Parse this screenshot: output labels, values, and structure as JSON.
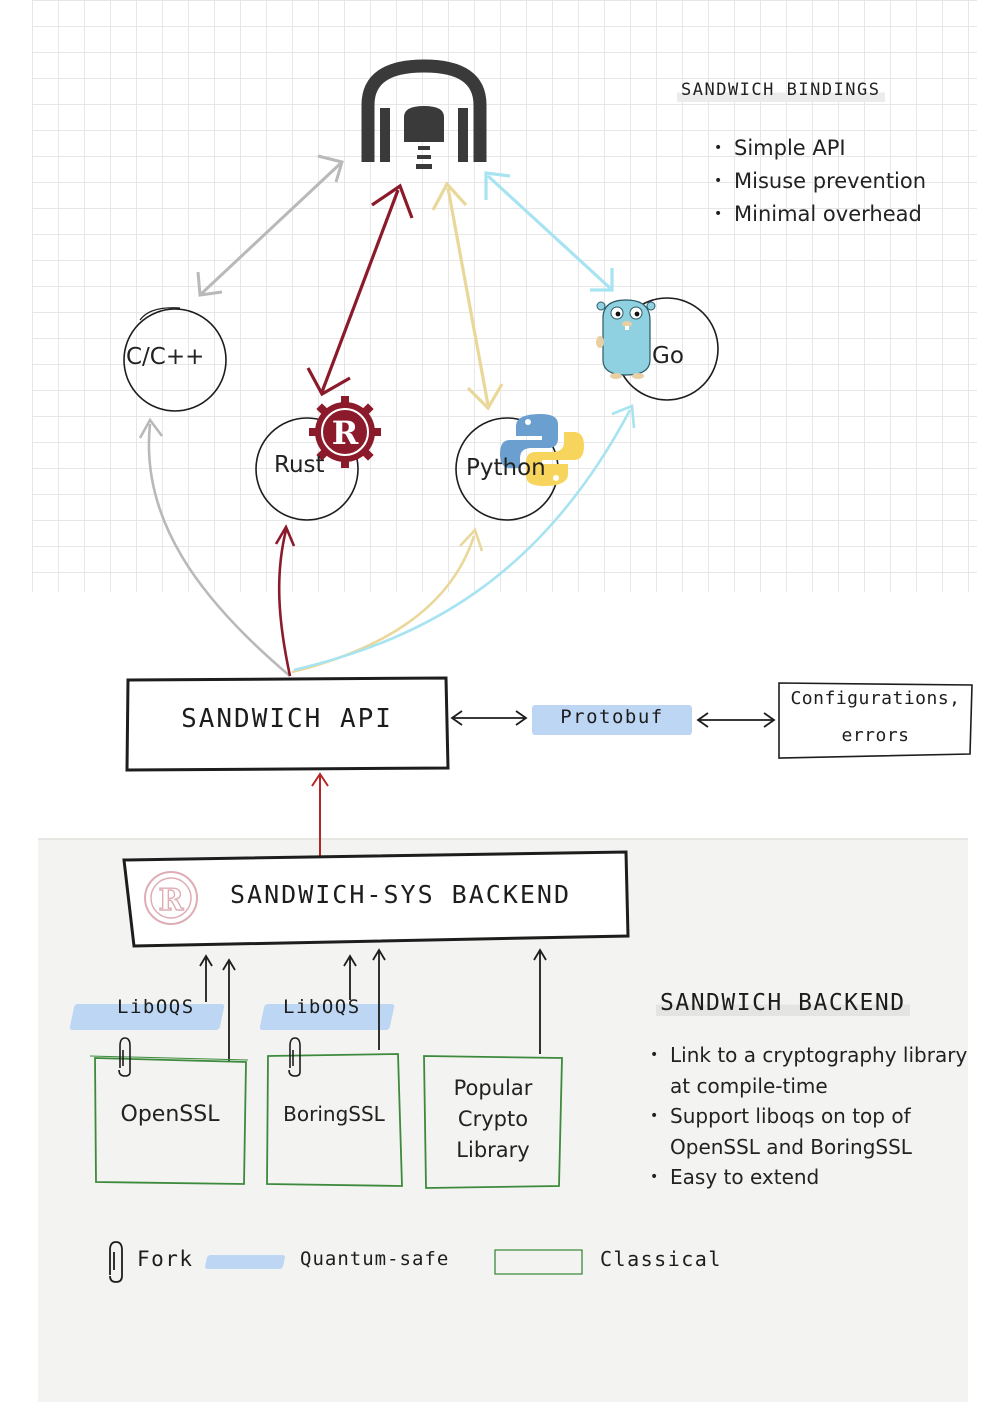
{
  "bindings_panel": {
    "title": "SANDWICH BINDINGS",
    "items": [
      "Simple API",
      "Misuse prevention",
      "Minimal overhead"
    ]
  },
  "languages": {
    "cpp": "C/C++",
    "rust": "Rust",
    "python": "Python",
    "go": "Go"
  },
  "api_box": "SANDWICH API",
  "protobuf": "Protobuf",
  "config_box": [
    "Configurations,",
    "errors"
  ],
  "backend_box": "SANDWICH-SYS BACKEND",
  "libraries": {
    "liboqs_1": "LibOQS",
    "liboqs_2": "LibOQS",
    "openssl": "OpenSSL",
    "boringssl": "BoringSSL",
    "popular": [
      "Popular",
      "Crypto",
      "Library"
    ]
  },
  "backend_panel": {
    "title": "SANDWICH BACKEND",
    "items": [
      "Link to a cryptography library at compile-time",
      "Support liboqs on top of OpenSSL and BoringSSL",
      "Easy to extend"
    ]
  },
  "legend": {
    "fork": "Fork",
    "quantum": "Quantum-safe",
    "classical": "Classical"
  },
  "colors": {
    "cpp": "#b9b9b9",
    "rust": "#8b1a2b",
    "python": "#ead79a",
    "go": "#a7e3f0",
    "quantum": "#bcd6f3",
    "classical": "#3d8a3d",
    "api_arrow": "#b52626"
  }
}
